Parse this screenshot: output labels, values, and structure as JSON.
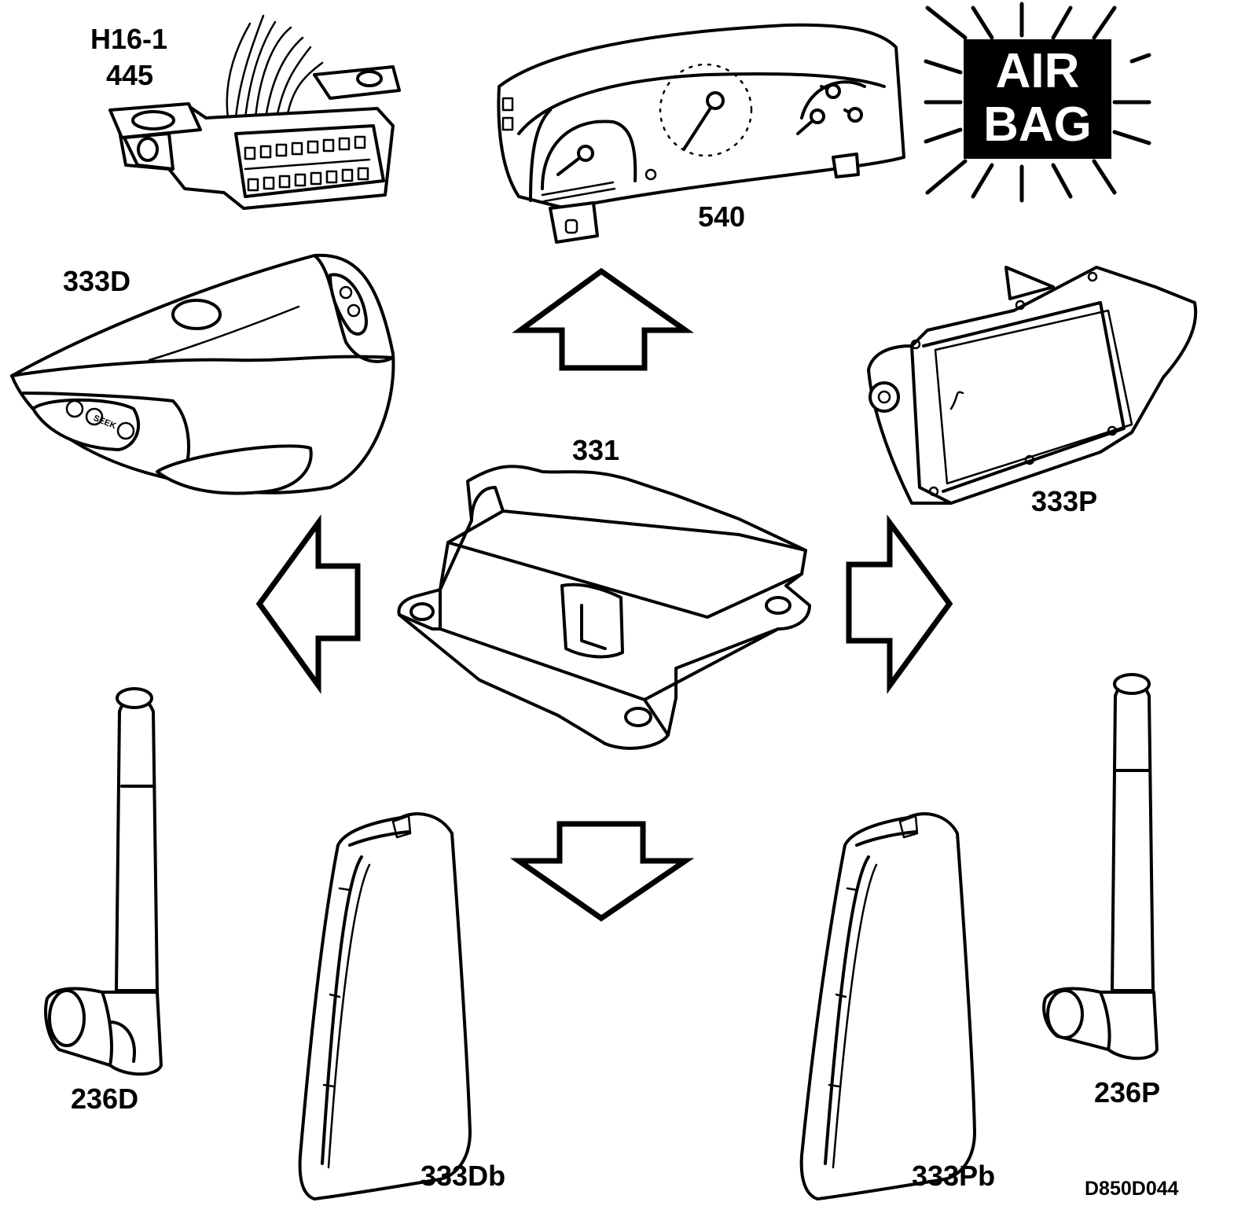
{
  "labels": {
    "diag_connector_line1": "H16-1",
    "diag_connector_line2": "445",
    "instrument_cluster": "540",
    "airbag_warning_line1": "AIR",
    "airbag_warning_line2": "BAG",
    "driver_airbag": "333D",
    "passenger_airbag": "333P",
    "control_module": "331",
    "driver_side_sensor": "236D",
    "passenger_side_sensor": "236P",
    "driver_side_airbag": "333Db",
    "passenger_side_airbag": "333Pb",
    "steering_wheel_button": "SEEK",
    "figure_reference": "D850D044"
  },
  "colors": {
    "line": "#000000",
    "background": "#ffffff",
    "warning_panel": "#000000",
    "warning_text": "#ffffff"
  }
}
